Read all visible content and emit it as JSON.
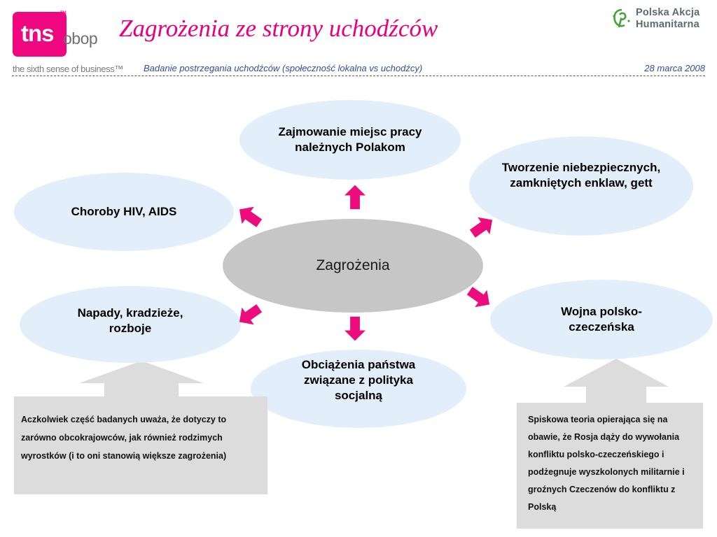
{
  "header": {
    "logo": {
      "brand": "tns",
      "sub": "obop",
      "tm": "TM"
    },
    "tagline": "the sixth sense of business™",
    "title": "Zagrożenia ze strony uchodźców",
    "subtitle": "Badanie postrzegania uchodźców (społeczność lokalna vs uchodźcy)",
    "date": "28 marca 2008",
    "partner_logo": {
      "line1": "Polska Akcja",
      "line2": "Humanitarna",
      "icon": "pah-logo-icon"
    }
  },
  "diagram": {
    "center": "Zagrożenia",
    "nodes": {
      "top": "Zajmowanie miejsc pracy należnych Polakom",
      "upper_left": "Choroby HIV, AIDS",
      "upper_right": "Tworzenie niebezpiecznych, zamkniętych enklaw, gett",
      "lower_left": "Napady, kradzieże, rozboje",
      "lower_right": "Wojna polsko-czeczeńska",
      "bottom": "Obciążenia państwa związane z polityka socjalną"
    },
    "colors": {
      "bubble": "#e2effa",
      "center": "#c6c6c6",
      "arrow": "#ec0c7c",
      "note": "#dcdcdc",
      "title": "#e6007e"
    }
  },
  "notes": {
    "left": "Aczkolwiek część badanych uważa, że dotyczy to zarówno obcokrajowców, jak również rodzimych wyrostków (i to oni stanowią większe zagrożenia)",
    "right": "Spiskowa teoria opierająca się na obawie, że Rosja dąży do wywołania konfliktu polsko-czeczeńskiego i podżegnuje wyszkolonych militarnie i groźnych Czeczenów do konfliktu z Polską"
  }
}
